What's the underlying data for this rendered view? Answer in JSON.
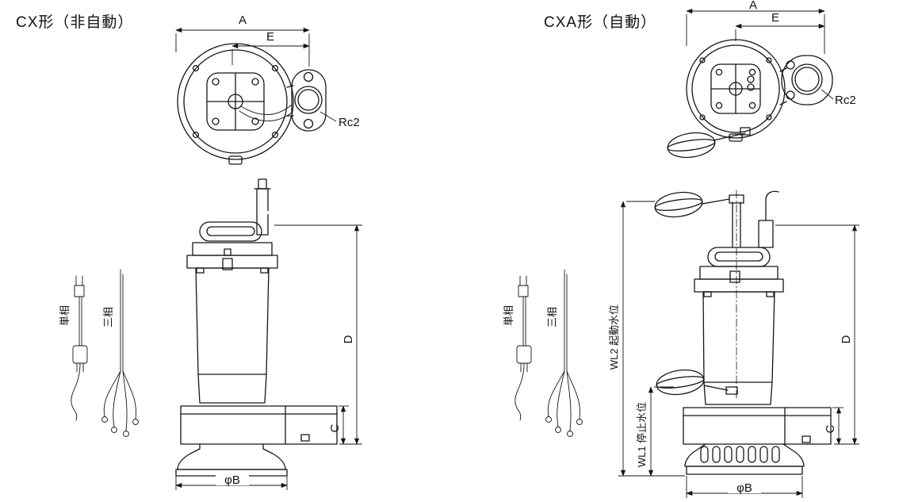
{
  "page": {
    "background": "#ffffff",
    "line_color": "#161616"
  },
  "left_view": {
    "title": "CX形（非自動）",
    "dim_a": "A",
    "dim_e": "E",
    "rc2": "Rc2",
    "dim_d": "D",
    "dim_c": "C",
    "dim_b": "φB",
    "cable_single": "単相",
    "cable_three": "三相"
  },
  "right_view": {
    "title": "CXA形（自動）",
    "dim_a": "A",
    "dim_e": "E",
    "rc2": "Rc2",
    "dim_d": "D",
    "dim_c": "C",
    "dim_b": "φB",
    "wl2": "WL2 起動水位",
    "wl1": "WL1 停止水位",
    "cable_single": "単相",
    "cable_three": "三相"
  }
}
